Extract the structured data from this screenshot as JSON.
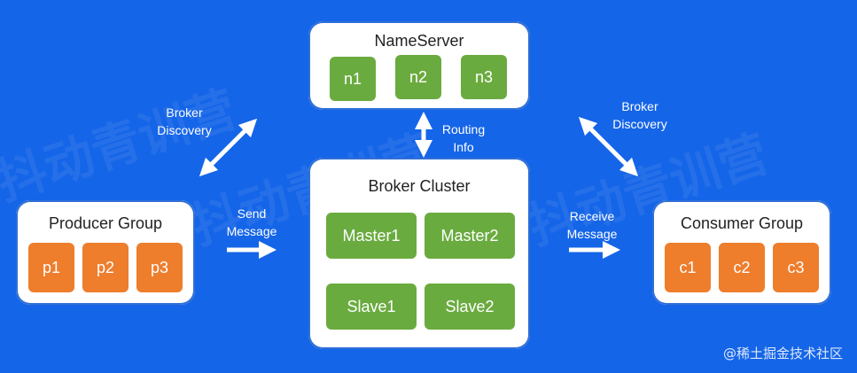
{
  "diagram": {
    "nameserver": {
      "title": "NameServer",
      "nodes": [
        "n1",
        "n2",
        "n3"
      ]
    },
    "broker": {
      "title": "Broker Cluster",
      "nodes": [
        "Master1",
        "Master2",
        "Slave1",
        "Slave2"
      ]
    },
    "producer": {
      "title": "Producer Group",
      "nodes": [
        "p1",
        "p2",
        "p3"
      ]
    },
    "consumer": {
      "title": "Consumer Group",
      "nodes": [
        "c1",
        "c2",
        "c3"
      ]
    },
    "labels": {
      "broker_discovery_left": "Broker\nDiscovery",
      "broker_discovery_right": "Broker\nDiscovery",
      "routing_info": "Routing\nInfo",
      "send_message": "Send\nMessage",
      "receive_message": "Receive\nMessage"
    }
  },
  "watermark": "@稀土掘金技术社区",
  "background_watermark": "抖动青训营",
  "colors": {
    "background": "#1565e8",
    "green": "#6aab3f",
    "orange": "#ee7d2c",
    "box": "#ffffff"
  }
}
